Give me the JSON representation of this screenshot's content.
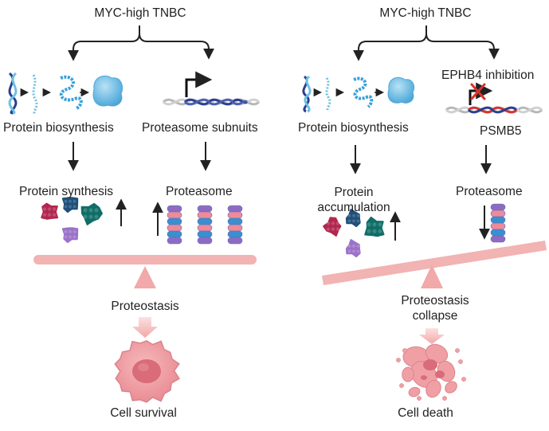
{
  "left_panel": {
    "header": "MYC-high TNBC",
    "branch_a_title": "Protein biosynthesis",
    "branch_b_title": "Proteasome subnuits",
    "branch_a_result": "Protein synthesis",
    "branch_b_result": "Proteasome",
    "balance_label": "Proteostasis",
    "outcome": "Cell survival"
  },
  "right_panel": {
    "header": "MYC-high TNBC",
    "branch_a_title": "Protein biosynthesis",
    "inhibition_label": "EPHB4 inhibition",
    "gene_label": "PSMB5",
    "branch_a_result": "Protein accumulation",
    "branch_b_result": "Proteasome",
    "balance_label": "Proteostasis collapse",
    "outcome": "Cell death"
  },
  "colors": {
    "arrow": "#222222",
    "beam": "#f2b3b3",
    "fulcrum": "#f1a9a9",
    "cell_fill": "#f0a0a4",
    "nucleus": "#d96c78",
    "dna_dark": "#2b3f8f",
    "dna_light": "#6cc0e6",
    "protein_blue": "#64b8e4",
    "protein_crimson": "#b2274f",
    "protein_navy": "#1f4f7a",
    "protein_teal": "#0f6e67",
    "protein_purple": "#9b72c9",
    "proteasome_pink": "#ef8a9a",
    "proteasome_blue": "#3a8fcf",
    "proteasome_violet": "#8e6bc2",
    "inhibition_red": "#d9322b"
  },
  "icons": [
    "dna-icon",
    "mrna-icon",
    "polypeptide-icon",
    "folded-protein-icon",
    "gene-promoter-icon",
    "proteasome-icon",
    "cell-icon",
    "inhibition-x-icon"
  ]
}
